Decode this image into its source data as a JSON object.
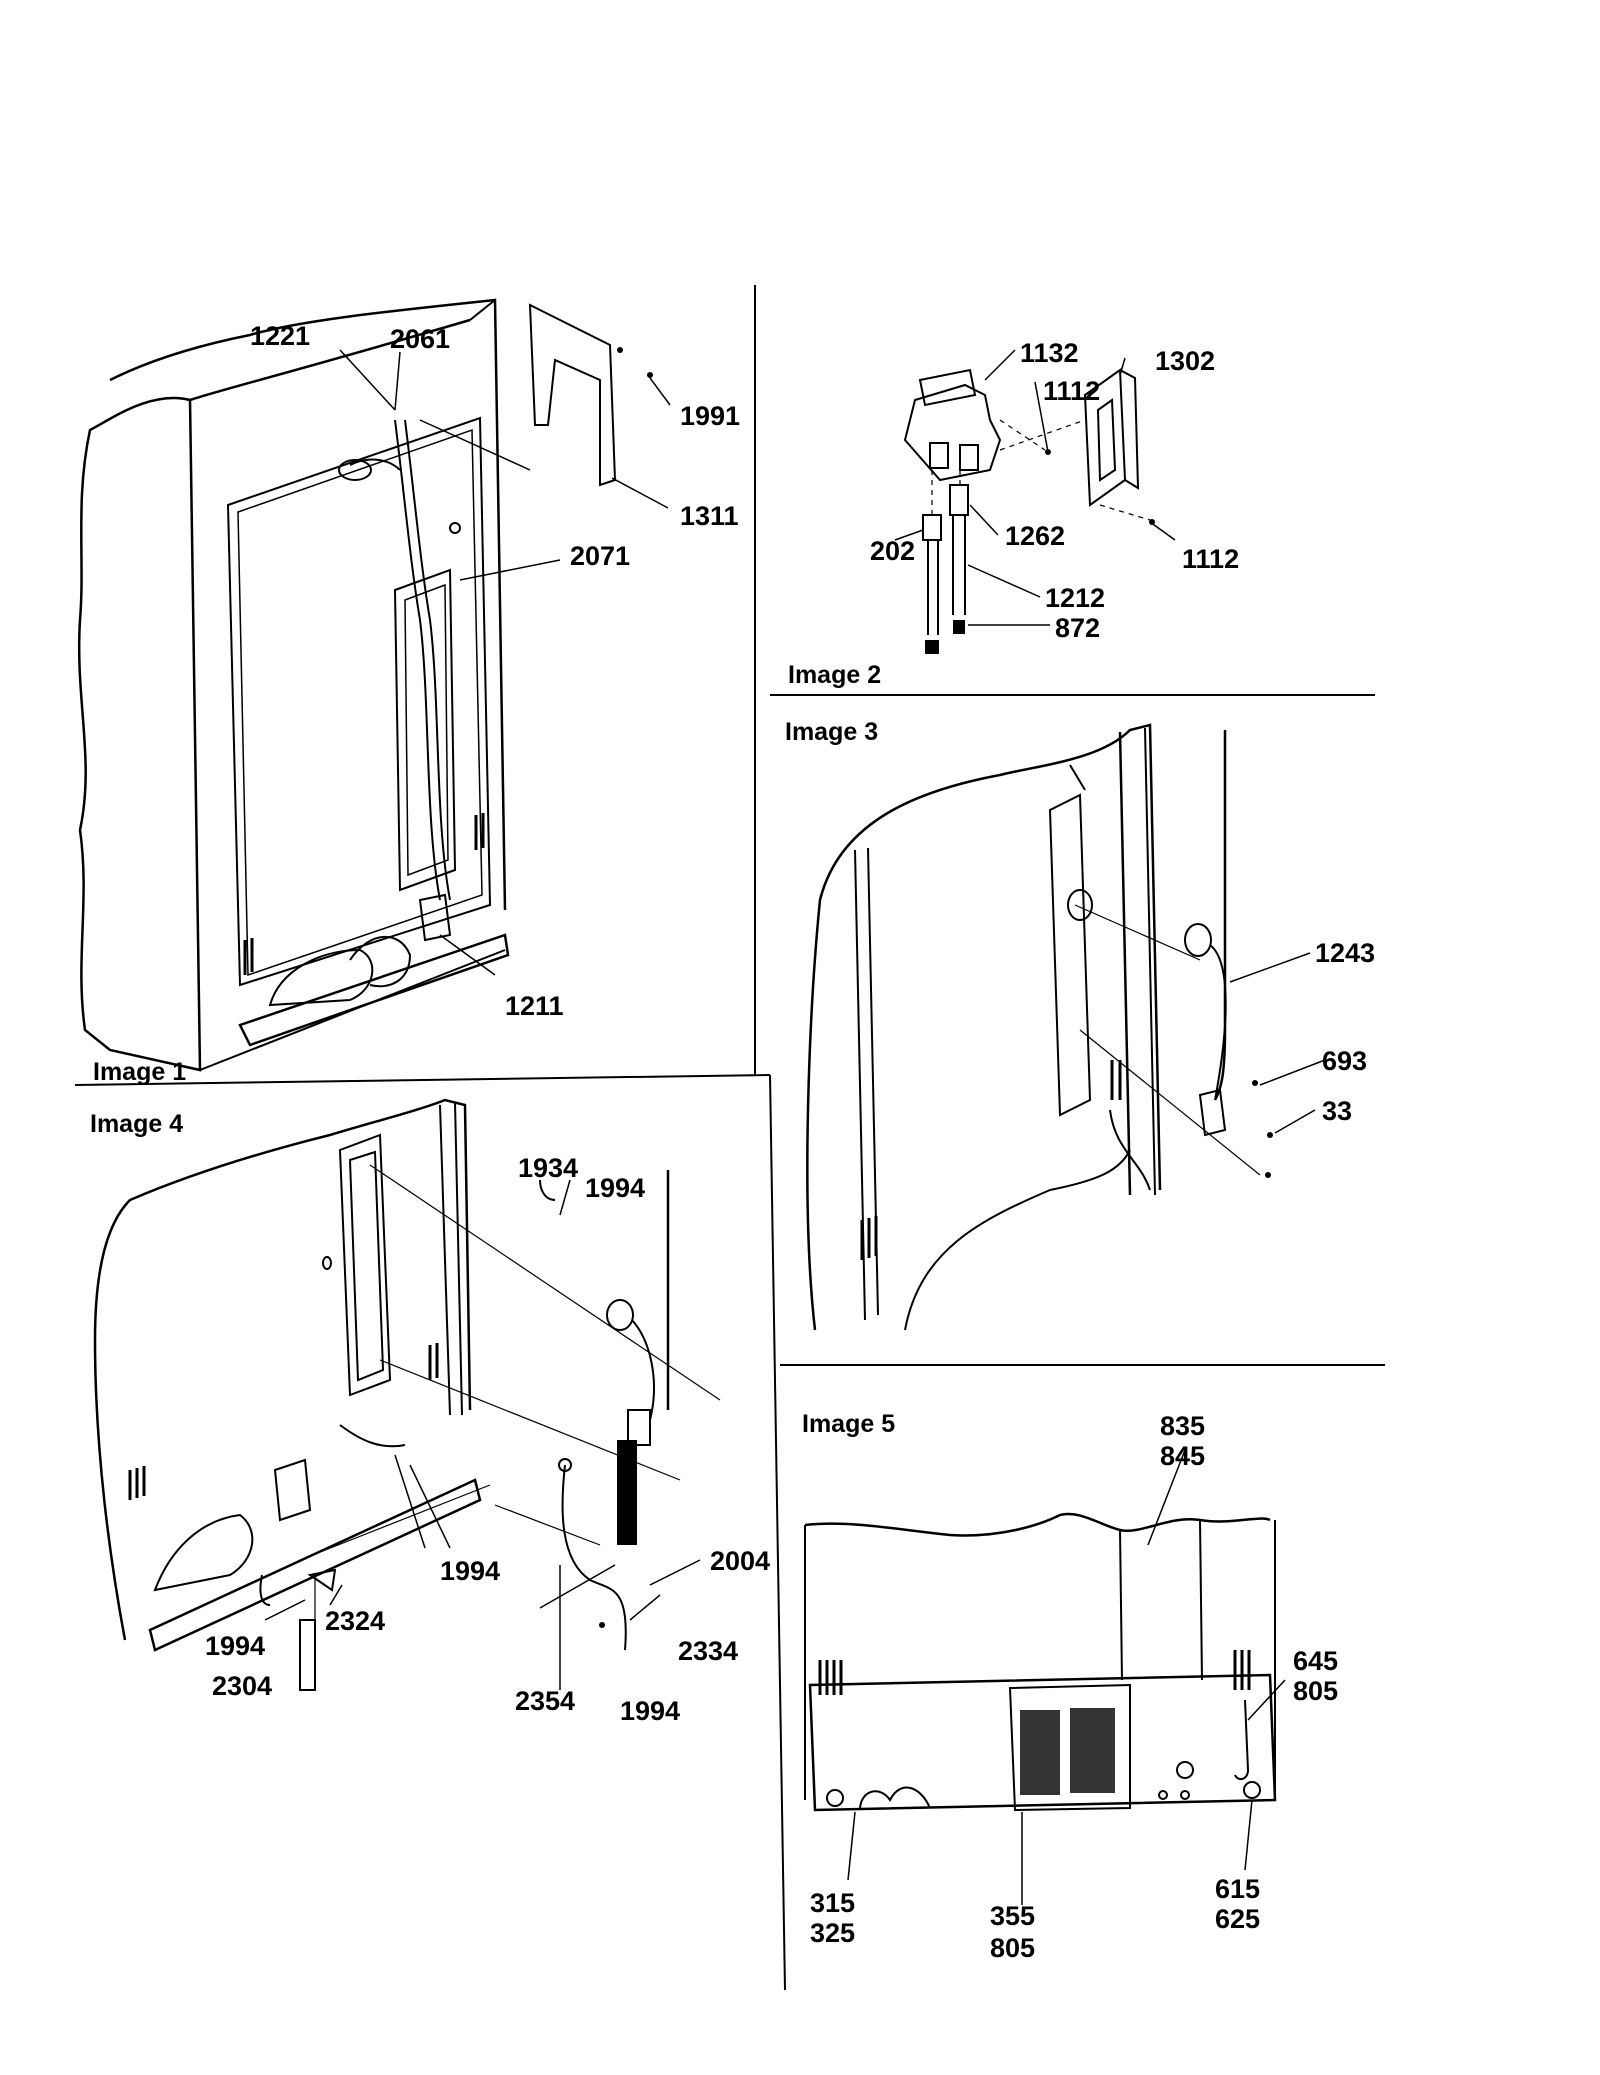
{
  "panels": [
    {
      "caption": "Image 1",
      "parts": [
        "1221",
        "2061",
        "1991",
        "1311",
        "2071",
        "1211"
      ]
    },
    {
      "caption": "Image 2",
      "parts": [
        "1132",
        "1302",
        "1112",
        "1112",
        "202",
        "1262",
        "1212",
        "872"
      ]
    },
    {
      "caption": "Image 3",
      "parts": [
        "1243",
        "693",
        "33"
      ]
    },
    {
      "caption": "Image 4",
      "parts": [
        "1934",
        "1994",
        "1994",
        "2004",
        "2324",
        "1994",
        "2304",
        "2334",
        "2354",
        "1994"
      ]
    },
    {
      "caption": "Image 5",
      "parts": [
        "835",
        "845",
        "645",
        "805",
        "315",
        "325",
        "355",
        "805",
        "615",
        "625"
      ]
    }
  ]
}
